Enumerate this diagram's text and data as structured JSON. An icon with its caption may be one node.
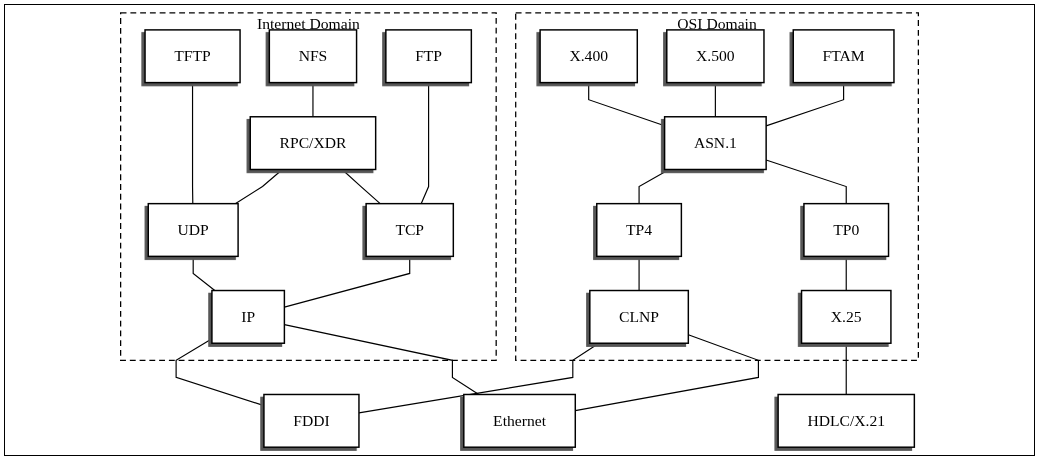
{
  "diagram": {
    "nodes": [
      {
        "text": [
          "Internet Domain"
        ]
      },
      {
        "text": [
          "TFTP"
        ],
        "in": 0
      },
      {
        "text": [
          "NFS"
        ],
        "in": 0
      },
      {
        "text": [
          "FTP"
        ],
        "in": 0
      },
      {
        "text": [
          "RPC/XDR"
        ],
        "in": 0
      },
      {
        "text": [
          "UDP"
        ],
        "in": 0
      },
      {
        "text": [
          "TCP"
        ],
        "in": 0
      },
      {
        "text": [
          "IP"
        ],
        "in": 0
      },
      {
        "text": [
          "OSI Domain"
        ]
      },
      {
        "text": [
          "X.400"
        ],
        "in": 8
      },
      {
        "text": [
          "X.500"
        ],
        "in": 8
      },
      {
        "text": [
          "FTAM"
        ],
        "in": 8
      },
      {
        "text": [
          "ASN.1"
        ],
        "in": 8
      },
      {
        "text": [
          "TP4"
        ],
        "in": 8
      },
      {
        "text": [
          "TP0"
        ],
        "in": 8
      },
      {
        "text": [
          "CLNP"
        ],
        "in": 8
      },
      {
        "text": [
          "X.25"
        ],
        "in": 8
      },
      {
        "text": [
          "FDDI"
        ]
      },
      {
        "text": [
          "Ethernet"
        ]
      },
      {
        "text": [
          "HDLC/X.21"
        ]
      }
    ],
    "edges": [
      {
        "from": 1,
        "to": 5,
        "arrow": "none"
      },
      {
        "from": 2,
        "to": 4,
        "arrow": "none"
      },
      {
        "from": 3,
        "to": 6,
        "arrow": "none"
      },
      {
        "from": 4,
        "to": 5,
        "arrow": "none"
      },
      {
        "from": 4,
        "to": 6,
        "arrow": "none"
      },
      {
        "from": 5,
        "to": 7,
        "arrow": "none"
      },
      {
        "from": 6,
        "to": 7,
        "arrow": "none"
      },
      {
        "from": 9,
        "to": 12,
        "arrow": "none"
      },
      {
        "from": 10,
        "to": 12,
        "arrow": "none"
      },
      {
        "from": 11,
        "to": 12,
        "arrow": "none"
      },
      {
        "from": 12,
        "to": 13,
        "arrow": "none"
      },
      {
        "from": 12,
        "to": 14,
        "arrow": "none"
      },
      {
        "from": 13,
        "to": 15,
        "arrow": "none"
      },
      {
        "from": 14,
        "to": 16,
        "arrow": "none"
      },
      {
        "from": 7,
        "to": 17,
        "arrow": "none"
      },
      {
        "from": 7,
        "to": 18,
        "arrow": "none"
      },
      {
        "from": 15,
        "to": 17,
        "arrow": "none"
      },
      {
        "from": 15,
        "to": 18,
        "arrow": "none"
      },
      {
        "from": 16,
        "to": 19,
        "arrow": "none"
      }
    ]
  }
}
